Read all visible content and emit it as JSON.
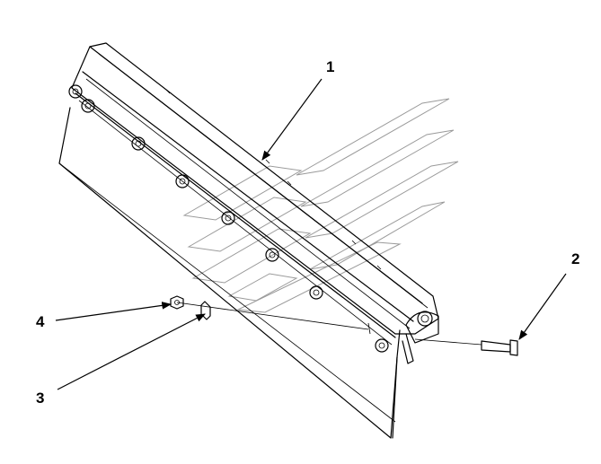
{
  "callouts": {
    "one": "1",
    "two": "2",
    "three": "3",
    "four": "4"
  },
  "colors": {
    "line": "#000000",
    "watermark": "#9a9a9a",
    "background": "#ffffff"
  }
}
